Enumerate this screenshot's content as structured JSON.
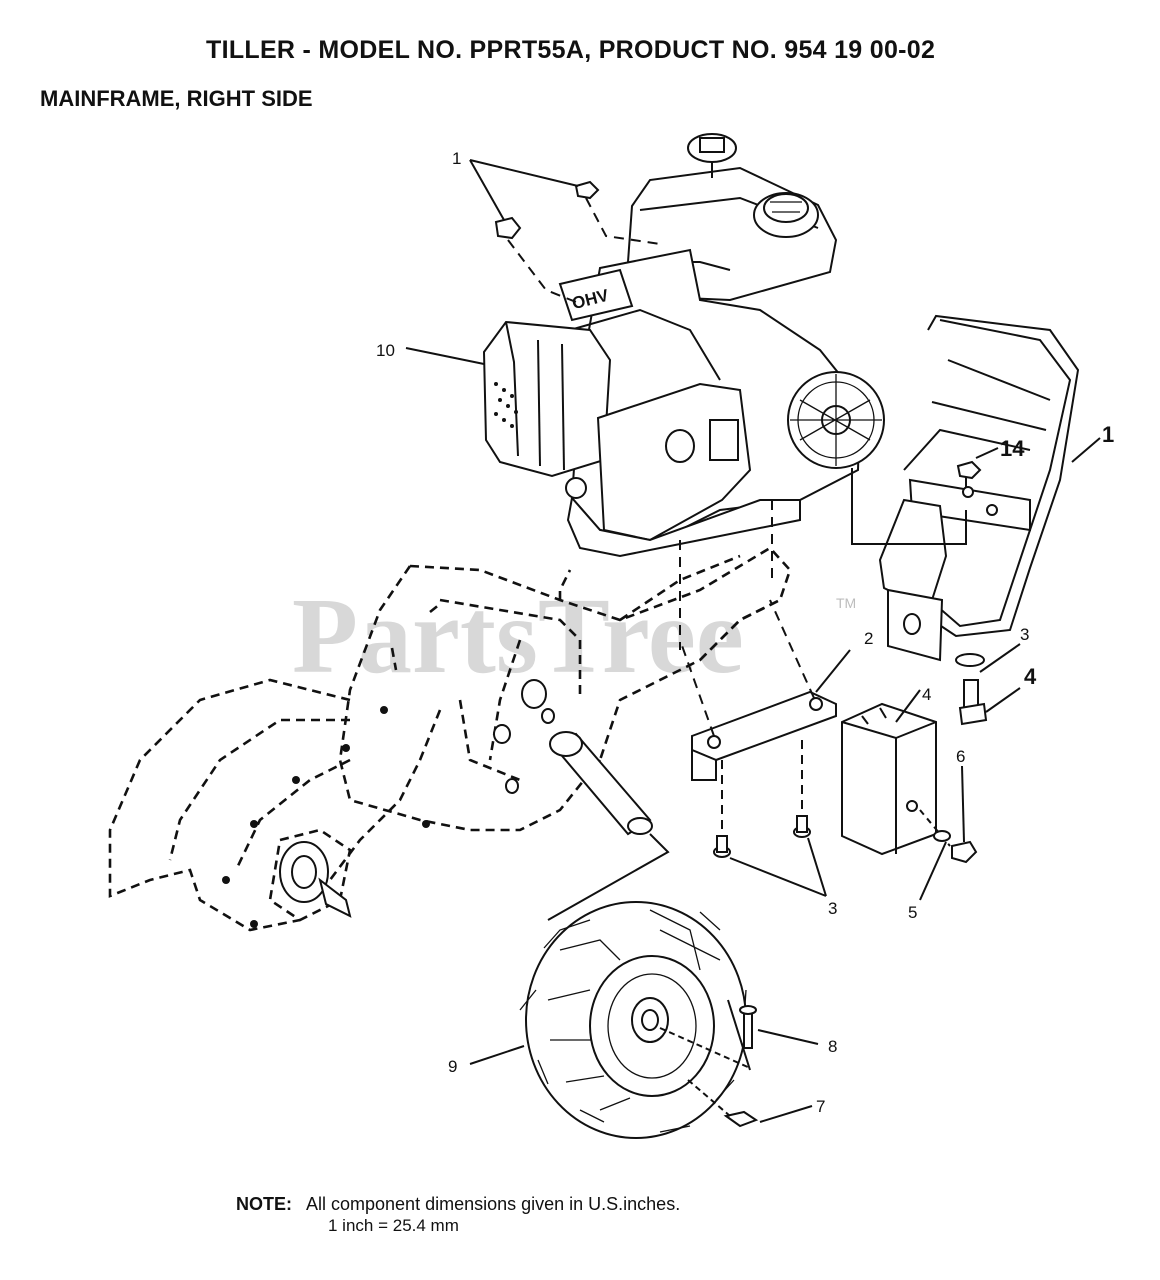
{
  "header": {
    "title": "TILLER - MODEL NO. PPRT55A, PRODUCT NO. 954 19 00-02",
    "subtitle": "MAINFRAME, RIGHT SIDE"
  },
  "watermark": {
    "text": "PartsTree",
    "trademark": "TM"
  },
  "engine": {
    "valve_label": "OHV"
  },
  "callouts": {
    "c1_top": "1",
    "c10": "10",
    "c14": "14",
    "c1_handle": "1",
    "c2": "2",
    "c3_right": "3",
    "c4_bolt": "4",
    "c4_weight": "4",
    "c6": "6",
    "c5": "5",
    "c3_bottom": "3",
    "c8": "8",
    "c9": "9",
    "c7": "7"
  },
  "note": {
    "label": "NOTE:",
    "line1": "All component dimensions given in U.S.inches.",
    "line2": "1 inch = 25.4 mm"
  }
}
